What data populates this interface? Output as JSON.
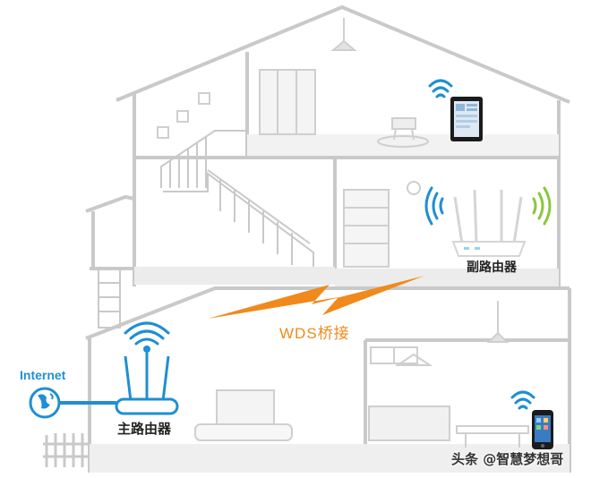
{
  "labels": {
    "internet": "Internet",
    "main_router": "主路由器",
    "sub_router": "副路由器",
    "bridge": "WDS桥接",
    "watermark": "头条 @智慧梦想哥"
  },
  "icons": [
    "globe-icon",
    "wifi-icon",
    "router-icon",
    "tablet-icon",
    "phone-icon",
    "lightning-bolt-icon"
  ],
  "colors": {
    "outline": "#c9c9c9",
    "floor_fill": "#ececec",
    "wifi_blue": "#1f8fd1",
    "wifi_green": "#8cc63f",
    "bolt_orange": "#f08a1c",
    "cable_blue": "#1f8fd1"
  }
}
